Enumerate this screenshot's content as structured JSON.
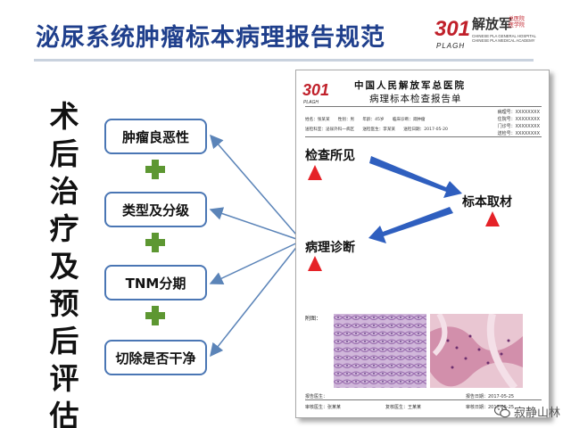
{
  "header": {
    "title": "泌尿系统肿瘤标本病理报告规范",
    "logo": {
      "mark": "301",
      "sub": "PLAGH",
      "cn_name": "解放军",
      "tag_line1": "总医院",
      "tag_line2": "医学院",
      "en_line1": "CHINESE PLA GENERAL HOSPITAL",
      "en_line2": "CHINESE PLA MEDICAL ACADEMY"
    }
  },
  "vertical_title": [
    "术",
    "后",
    "治",
    "疗",
    "及",
    "预",
    "后",
    "评",
    "估"
  ],
  "items": [
    {
      "label": "肿瘤良恶性"
    },
    {
      "label": "类型及分级"
    },
    {
      "label": "TNM分期"
    },
    {
      "label": "切除是否干净"
    }
  ],
  "report": {
    "logo_mark": "301",
    "logo_sub": "PLAGH",
    "org": "中国人民解放军总医院",
    "title": "病理标本检查报告单",
    "meta": [
      "病理号：XXXXXXXX",
      "住院号：XXXXXXXX",
      "门诊号：XXXXXXXX",
      "送检号：XXXXXXXX"
    ],
    "info_row1": "姓名：张某某　　性别：男　　年龄：45岁　　临床诊断：肾肿瘤",
    "info_row2": "送检科室：泌尿外科一病区　　送检医生：李某某　　送检日期：2017-05-20",
    "labels": {
      "exam": "检查所见",
      "sampling": "标本取材",
      "diagnosis": "病理诊断"
    },
    "image_label": "附图：",
    "footer_row1_left": "报告医生：",
    "footer_row1_right": "报告日期：2017-05-25",
    "footer_row2_left": "审核医生：张某某",
    "footer_row2_mid": "复核医生：王某某",
    "footer_row2_right": "审核日期：2017-05-25"
  },
  "watermark": {
    "text": "寂静山林",
    "icon": "wechat-icon"
  },
  "colors": {
    "title": "#1f3f8c",
    "box_border": "#4a76b4",
    "plus": "#5d9732",
    "triangle": "#e52228",
    "report_arrow": "#2f5fbf",
    "connector": "#5b84b8"
  }
}
